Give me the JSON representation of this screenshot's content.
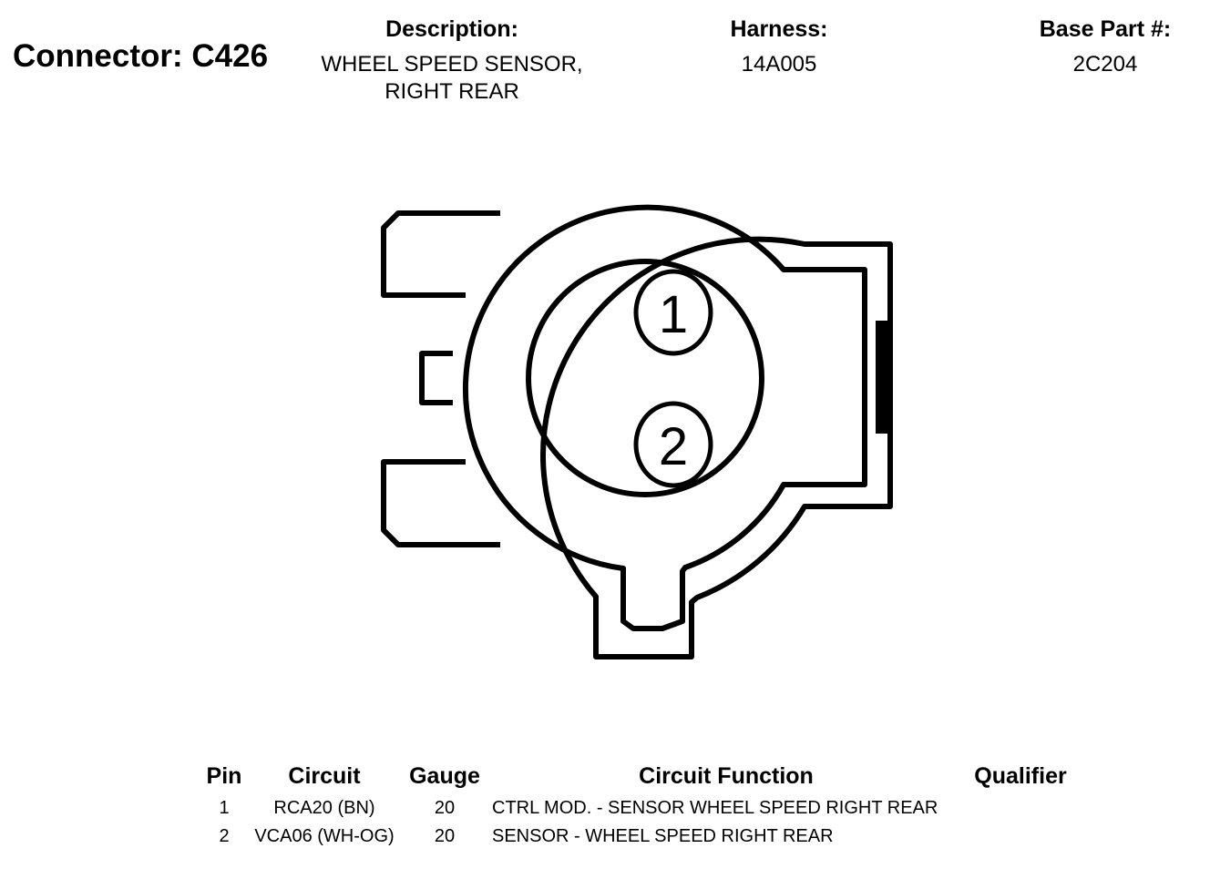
{
  "connector": {
    "label": "Connector: C426",
    "description_header": "Description:",
    "description_lines": [
      "WHEEL SPEED SENSOR,",
      "RIGHT REAR"
    ],
    "harness_header": "Harness:",
    "harness_value": "14A005",
    "base_part_header": "Base Part #:",
    "base_part_value": "2C204"
  },
  "diagram": {
    "pins": [
      "1",
      "2"
    ],
    "stroke_color": "#000000",
    "fill_color": "#ffffff"
  },
  "table": {
    "headers": {
      "pin": "Pin",
      "circuit": "Circuit",
      "gauge": "Gauge",
      "function": "Circuit Function",
      "qualifier": "Qualifier"
    },
    "rows": [
      {
        "pin": "1",
        "circuit": "RCA20 (BN)",
        "gauge": "20",
        "function": "CTRL MOD. - SENSOR WHEEL SPEED RIGHT REAR",
        "qualifier": ""
      },
      {
        "pin": "2",
        "circuit": "VCA06 (WH-OG)",
        "gauge": "20",
        "function": "SENSOR - WHEEL SPEED RIGHT REAR",
        "qualifier": ""
      }
    ]
  }
}
